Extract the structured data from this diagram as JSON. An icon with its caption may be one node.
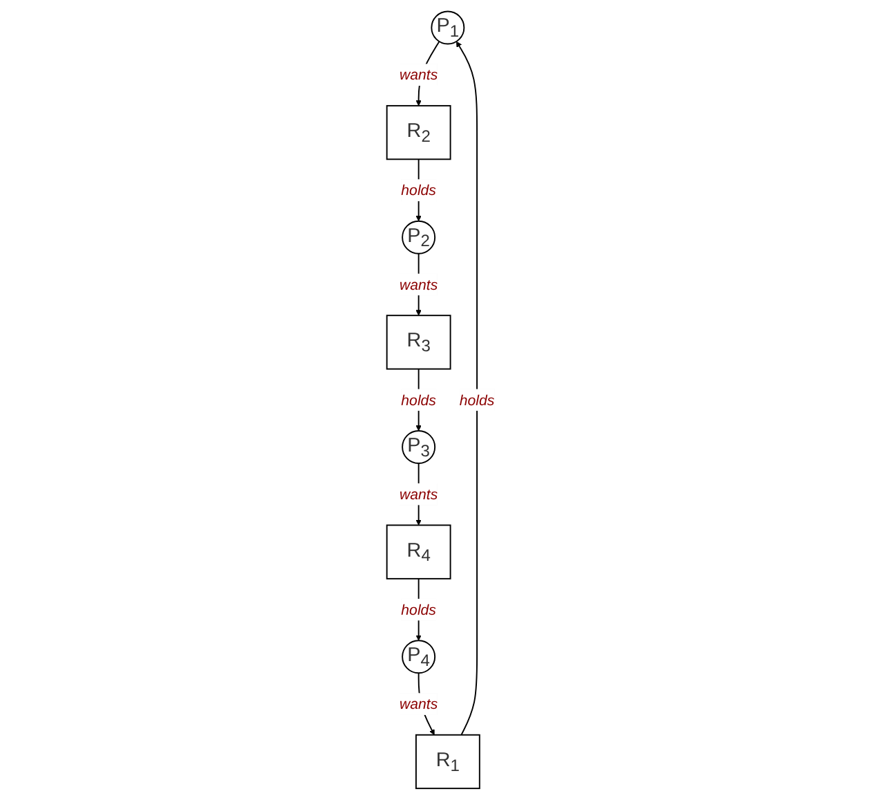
{
  "diagram": {
    "nodes": [
      {
        "text": [
          "P$_{1}$"
        ]
      },
      {
        "text": [
          "R$_{2}$"
        ]
      },
      {
        "text": [
          "P$_{2}$"
        ]
      },
      {
        "text": [
          "R$_{1}$"
        ]
      },
      {
        "text": [
          "R$_{3}$"
        ]
      },
      {
        "text": [
          "P$_{4}$"
        ]
      },
      {
        "text": [
          "R$_{4}$"
        ]
      },
      {
        "text": [
          "P$_{3}$"
        ]
      }
    ],
    "edges": [
      {
        "from": 0,
        "to": 1,
        "arrow": "to",
        "label": "wants"
      },
      {
        "from": 1,
        "to": 2,
        "arrow": "to",
        "label": "holds"
      },
      {
        "from": 2,
        "to": 4,
        "arrow": "to",
        "label": "wants"
      },
      {
        "from": 4,
        "to": 7,
        "arrow": "to",
        "label": "holds"
      },
      {
        "from": 7,
        "to": 6,
        "arrow": "to",
        "label": "wants"
      },
      {
        "from": 6,
        "to": 5,
        "arrow": "to",
        "label": "holds"
      },
      {
        "from": 5,
        "to": 3,
        "arrow": "to",
        "label": "wants"
      },
      {
        "from": 3,
        "to": 0,
        "arrow": "to",
        "label": "holds"
      }
    ]
  }
}
